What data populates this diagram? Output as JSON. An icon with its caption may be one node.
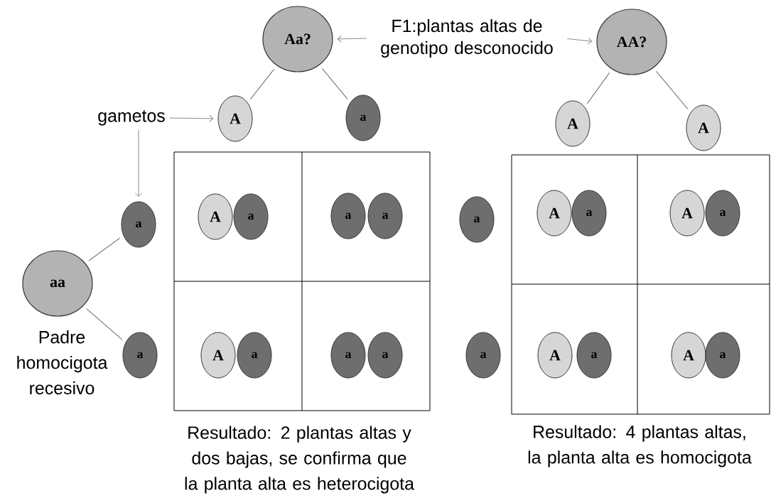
{
  "diagram": {
    "nodes": [
      {
        "text": [
          "Aa?"
        ]
      },
      {
        "text": [
          "F1:plantas altas de genotipo desconocido"
        ]
      },
      {
        "text": [
          "AA?"
        ]
      },
      {
        "text": [
          "gametos"
        ]
      },
      {
        "text": [
          "A"
        ]
      },
      {
        "text": [
          "a"
        ]
      },
      {
        "text": [
          "A"
        ]
      },
      {
        "text": [
          "A"
        ]
      },
      {
        "text": [
          "a"
        ]
      },
      {
        "text": [
          "A"
        ]
      },
      {
        "text": [
          "a"
        ]
      },
      {
        "text": [
          "a"
        ]
      },
      {
        "text": [
          "a"
        ]
      },
      {
        "text": [
          "a"
        ]
      },
      {
        "text": [
          "A"
        ]
      },
      {
        "text": [
          "a"
        ]
      },
      {
        "text": [
          "A"
        ]
      },
      {
        "text": [
          "a"
        ]
      },
      {
        "text": [
          "aa"
        ],
        "beside": [
          "Padre homocigota recesivo"
        ]
      },
      {
        "text": [
          "a"
        ]
      },
      {
        "text": [
          "A"
        ]
      },
      {
        "text": [
          "a"
        ]
      },
      {
        "text": [
          "a"
        ]
      },
      {
        "text": [
          "a"
        ]
      },
      {
        "text": [
          "a"
        ]
      },
      {
        "text": [
          "A"
        ]
      },
      {
        "text": [
          "a"
        ]
      },
      {
        "text": [
          "A"
        ]
      },
      {
        "text": [
          "a"
        ]
      }
    ],
    "edges": [
      {
        "from": 1,
        "to": 0,
        "arrow": "to",
        "color": "#8c8c8c"
      },
      {
        "from": 1,
        "to": 2,
        "arrow": "to",
        "color": "#8c8c8c"
      },
      {
        "from": 3,
        "to": 4,
        "arrow": "to",
        "color": "#8c8c8c"
      },
      {
        "from": 3,
        "to": 8,
        "arrow": "to",
        "color": "#8c8c8c"
      },
      {
        "from": 0,
        "to": 4,
        "arrow": "none"
      },
      {
        "from": 0,
        "to": 5,
        "arrow": "none"
      },
      {
        "from": 2,
        "to": 6,
        "arrow": "none"
      },
      {
        "from": 2,
        "to": 7,
        "arrow": "none"
      },
      {
        "from": 18,
        "to": 8,
        "arrow": "none"
      },
      {
        "from": 18,
        "to": 19,
        "arrow": "none"
      }
    ],
    "labels": [
      "Resultado: 2 plantas altas y dos bajas, se confirma que la planta alta es heterocigota",
      "Resultado: 4 plantas altas, la planta alta es homocigota"
    ]
  }
}
